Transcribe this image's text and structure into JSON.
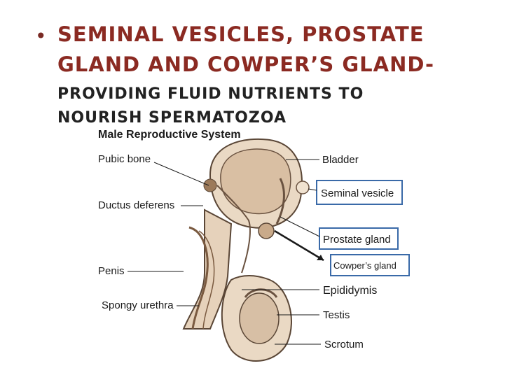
{
  "slide": {
    "bullet_lines": [
      "Seminal vesicles, prostate",
      "gland and cowper’s gland-",
      "providing fluid nutrients to",
      "nourish spermatozoa"
    ]
  },
  "diagram": {
    "title": "Male Reproductive System",
    "labels": {
      "pubic_bone": "Pubic bone",
      "ductus_deferens": "Ductus deferens",
      "penis": "Penis",
      "spongy_urethra": "Spongy urethra",
      "bladder": "Bladder",
      "seminal_vesicle": "Seminal vesicle",
      "prostate_gland": "Prostate gland",
      "cowpers_gland": "Cowper’s gland",
      "epididymis": "Epididymis",
      "testis": "Testis",
      "scrotum": "Scrotum"
    },
    "colors": {
      "highlight_box": "#3a6aa8",
      "tissue": "#e8d6c0",
      "title_text": "#8b2a22"
    }
  }
}
